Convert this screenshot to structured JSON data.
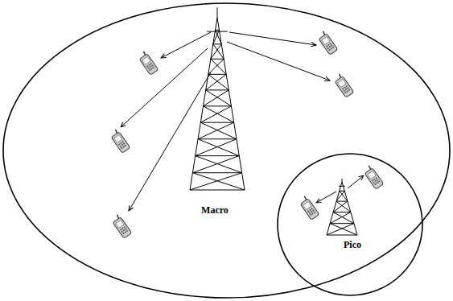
{
  "diagram": {
    "nodes": [
      {
        "text": [
          "Macro"
        ]
      },
      {
        "text": [
          "Pico"
        ],
        "in": 0
      }
    ]
  }
}
